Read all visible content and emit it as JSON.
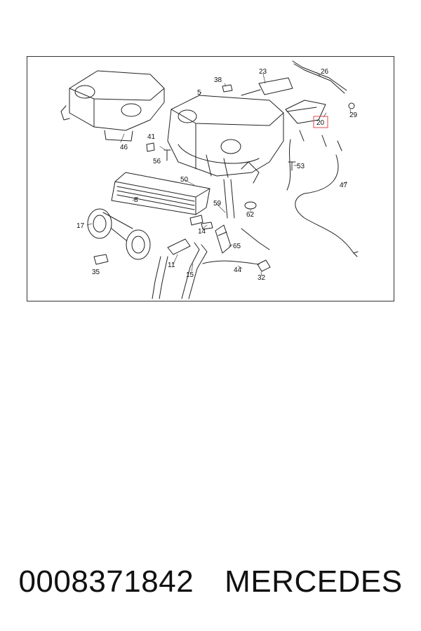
{
  "caption": {
    "part_number": "0008371842",
    "brand": "MERCEDES"
  },
  "callouts": {
    "c5": "5",
    "c8": "8",
    "c11": "11",
    "c14": "14",
    "c15": "15",
    "c17": "17",
    "c20": "20",
    "c23": "23",
    "c26": "26",
    "c29": "29",
    "c32": "32",
    "c35": "35",
    "c38": "38",
    "c41": "41",
    "c44": "44",
    "c46": "46",
    "c47": "47",
    "c50": "50",
    "c53": "53",
    "c56": "56",
    "c59": "59",
    "c62": "62",
    "c65": "65"
  },
  "colors": {
    "highlight": "#e04848",
    "line": "#222222"
  }
}
